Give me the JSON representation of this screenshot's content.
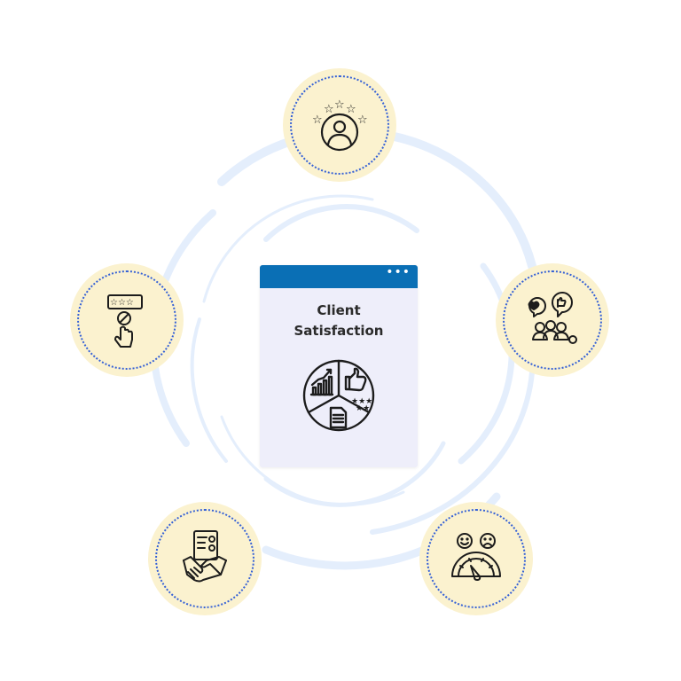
{
  "card": {
    "title_line1": "Client",
    "title_line2": "Satisfaction",
    "menu_glyph": "•••",
    "header_color": "#0a6fb5",
    "background_color": "#eeeefa",
    "icon": "pie-chart-satisfaction-icon"
  },
  "nodes": [
    {
      "position": "top",
      "icon": "user-rating-stars-icon"
    },
    {
      "position": "left",
      "icon": "star-rating-click-icon"
    },
    {
      "position": "right",
      "icon": "customer-feedback-group-icon"
    },
    {
      "position": "bottom-left",
      "icon": "handshake-agreement-icon"
    },
    {
      "position": "bottom-right",
      "icon": "satisfaction-meter-icon"
    }
  ],
  "colors": {
    "node_fill": "#fbf2cf",
    "node_dots": "#3561d6",
    "swirl": "#e4eefc",
    "icon_stroke": "#1c1c1c"
  }
}
